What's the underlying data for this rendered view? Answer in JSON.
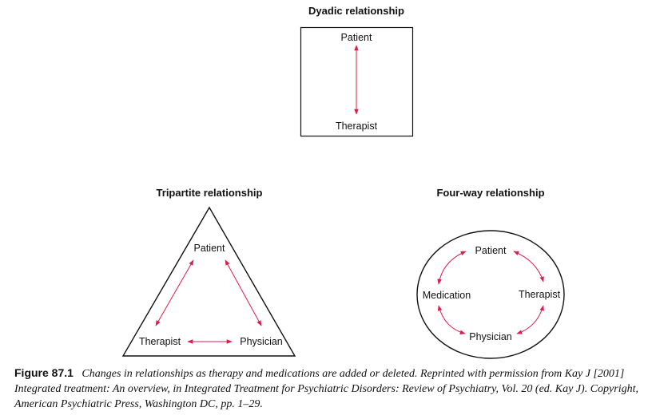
{
  "dyadic": {
    "title": "Dyadic relationship",
    "top": "Patient",
    "bottom": "Therapist"
  },
  "tripartite": {
    "title": "Tripartite relationship",
    "top": "Patient",
    "left": "Therapist",
    "right": "Physician"
  },
  "fourway": {
    "title": "Four-way relationship",
    "top": "Patient",
    "left": "Medication",
    "right": "Therapist",
    "bottom": "Physician"
  },
  "caption": {
    "label": "Figure 87.1",
    "text": "Changes in relationships as therapy and medications are added or deleted. Reprinted with permission from Kay J [2001] Integrated treatment: An overview, in Integrated Treatment for Psychiatric Disorders: Review of Psychiatry, Vol. 20 (ed. Kay J). Copyright, American Psychiatric Press, Washington DC, pp. 1–29."
  },
  "colors": {
    "arrow": "#d6204e",
    "line": "#111111"
  }
}
